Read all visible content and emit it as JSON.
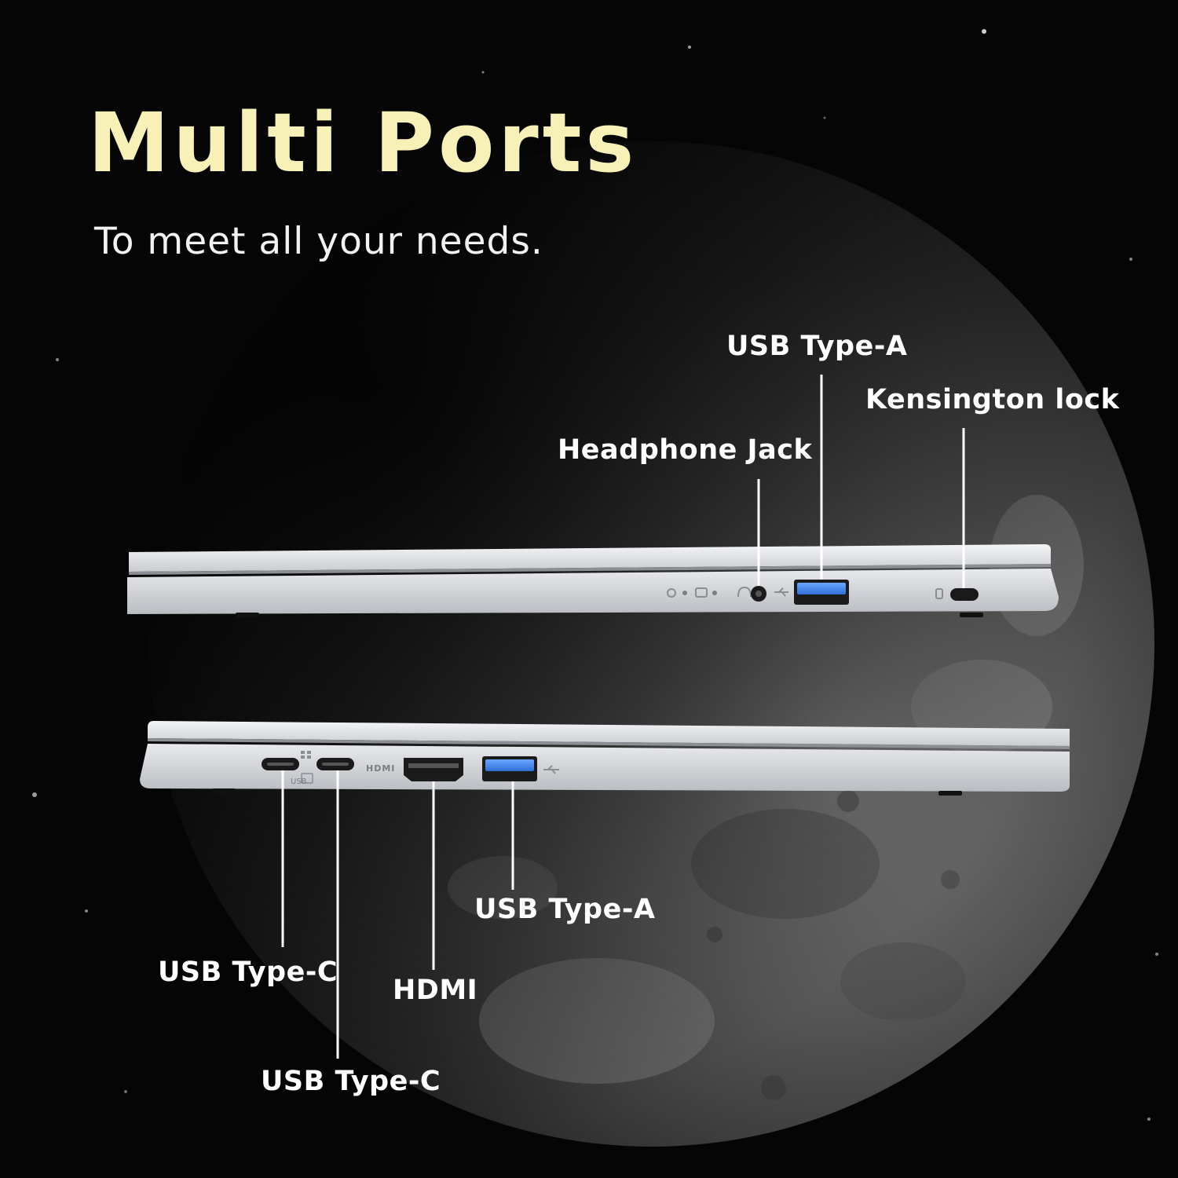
{
  "header": {
    "title": "Multi Ports",
    "subtitle": "To meet all your needs."
  },
  "callouts": {
    "top_usb_a": "USB Type-A",
    "kensington": "Kensington lock",
    "headphone": "Headphone Jack",
    "bottom_usb_a": "USB Type-A",
    "usb_c_1": "USB Type-C",
    "hdmi": "HDMI",
    "usb_c_2": "USB Type-C"
  },
  "port_markings": {
    "hdmi_label": "HDMI",
    "usb_label": "USB"
  },
  "colors": {
    "title": "#f7f1b8",
    "background": "#050505",
    "usb_a_port": "#3f7fe0",
    "chassis": "#d6d8dc"
  }
}
